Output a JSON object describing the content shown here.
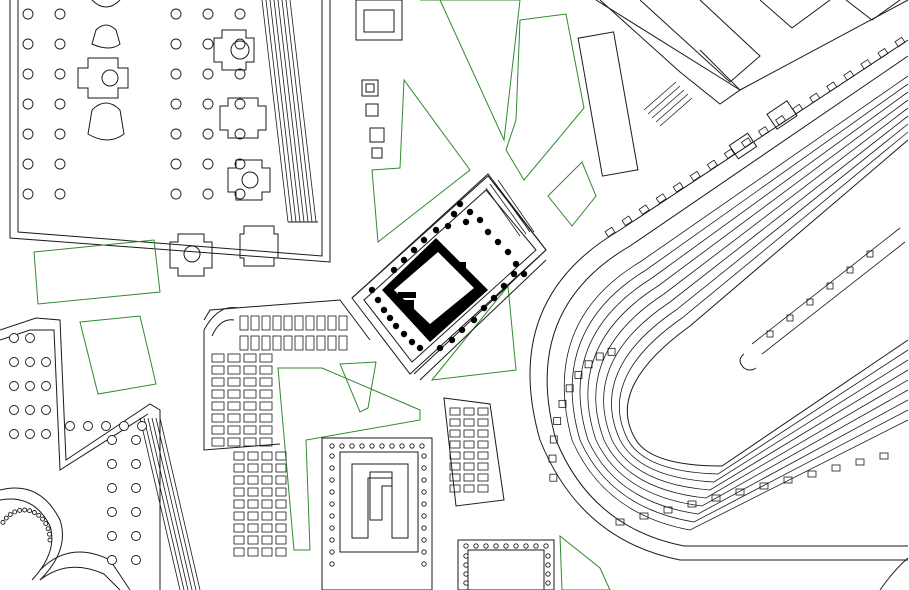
{
  "map": {
    "colors": {
      "background": "#ffffff",
      "ink": "#1a1a1a",
      "green_space": "#2f8a2f",
      "solid_building": "#000000"
    },
    "features": [
      "upper-left-colonnaded-forum",
      "central-temple-with-black-walls",
      "circus-racetrack",
      "lower-left-courtyard-complex",
      "green-plazas"
    ]
  }
}
